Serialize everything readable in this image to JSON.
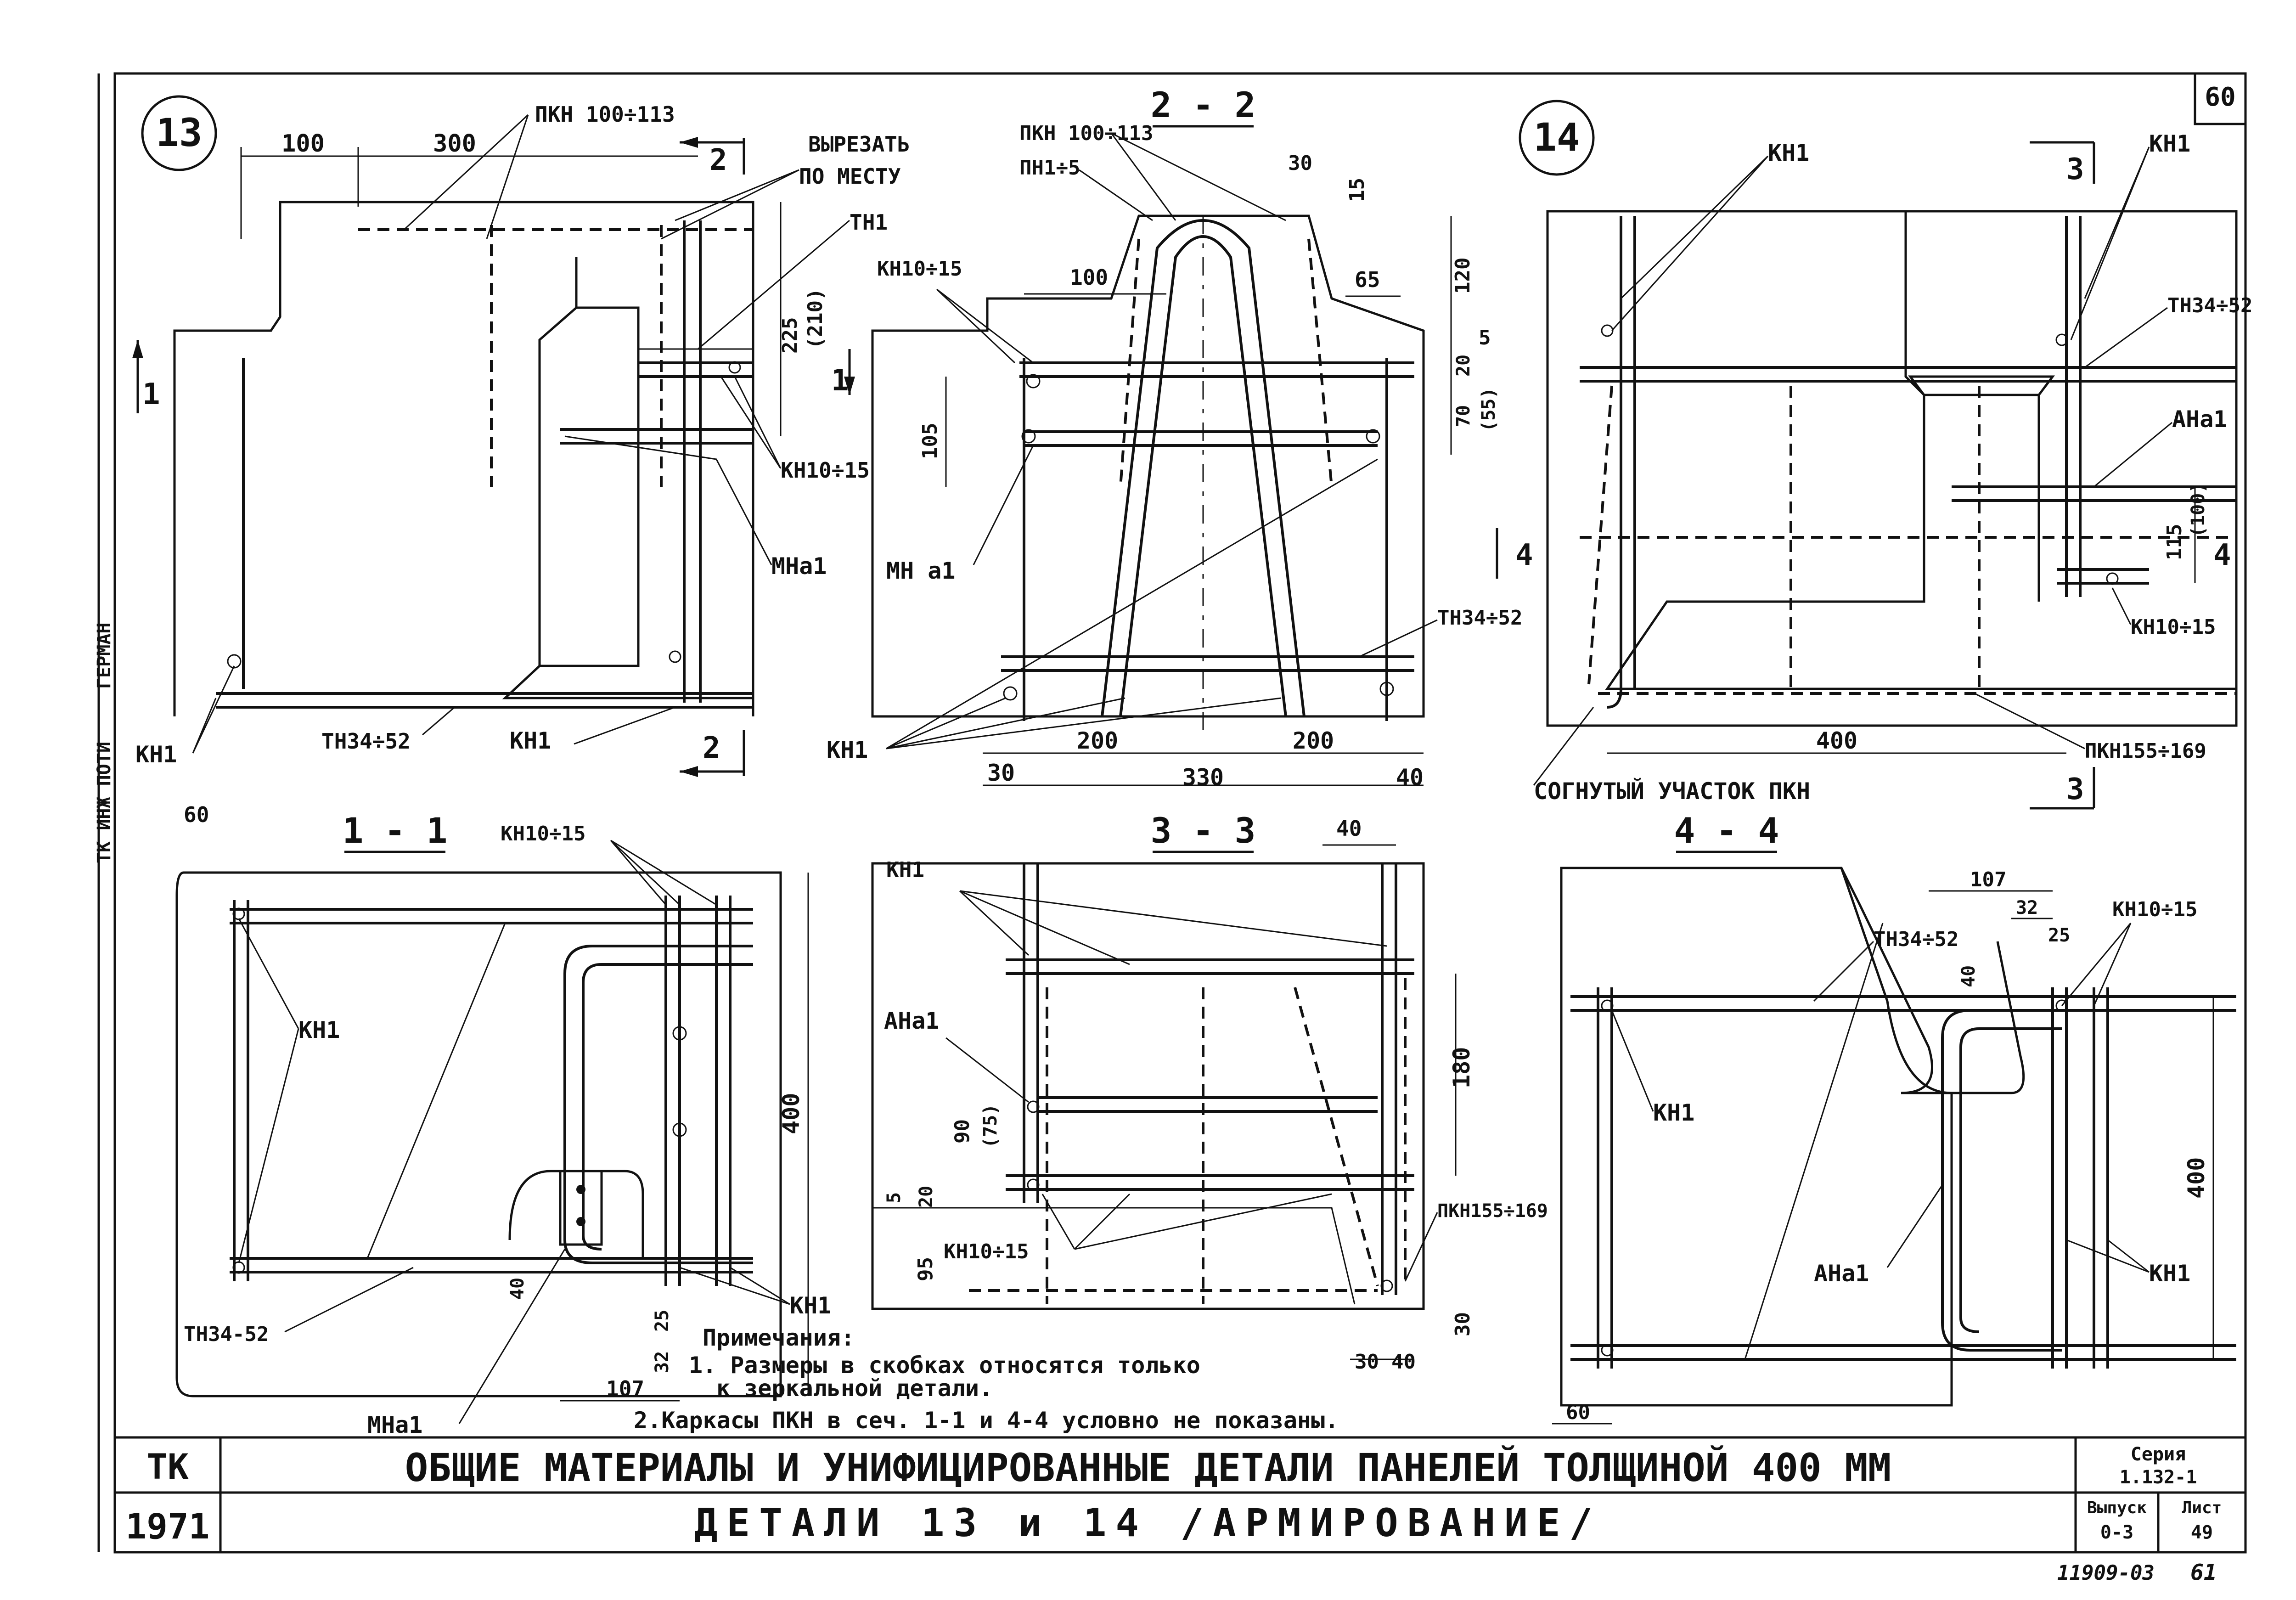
{
  "sheet": {
    "sheet_no": "60",
    "series_label": "Серия",
    "series_value": "1.132-1",
    "issue_label": "Выпуск",
    "issue_value": "0-3",
    "list_label": "Лист",
    "list_value": "49",
    "stamp": "11909-03",
    "page": "61"
  },
  "title_block": {
    "org": "ТК",
    "year": "1971",
    "title": "ОБЩИЕ МАТЕРИАЛЫ И УНИФИЦИРОВАННЫЕ ДЕТАЛИ ПАНЕЛЕЙ ТОЛЩИНОЙ 400 ММ",
    "subtitle": "ДЕТАЛИ  13 и 14  /АРМИРОВАНИЕ/"
  },
  "side_text": {
    "a": "ГЕРМАН",
    "b": "ТК ИНЖ ПОТИ"
  },
  "notes": {
    "heading": "Примечания:",
    "n1a": "1. Размеры в скобках относятся только",
    "n1b": "к зеркальной детали.",
    "n2": "2.Каркасы ПКН в сеч. 1-1 и 4-4 условно не показаны."
  },
  "detail13": {
    "num": "13",
    "d100": "100",
    "d300": "300",
    "pkn": "ПКН 100÷113",
    "cut1": "ВЫРЕЗАТЬ",
    "cut2": "ПО МЕСТУ",
    "th1": "ТН1",
    "d225": "225",
    "d210": "(210)",
    "kn1015": "КН10÷15",
    "mna1": "МНа1",
    "th3452": "ТН34÷52",
    "kn1": "КН1",
    "kn1b": "КН1",
    "mk1": "1",
    "mk2": "2"
  },
  "sec22": {
    "title": "2 - 2",
    "pkn": "ПКН 100÷113",
    "pn": "ПН1÷5",
    "d30": "30",
    "d15": "15",
    "kn1015": "КН10÷15",
    "d100": "100",
    "d65": "65",
    "d120": "120",
    "d5": "5",
    "d20": "20",
    "d70": "70",
    "d55": "(55)",
    "d105": "105",
    "mna1": "МН а1",
    "th3452": "ТН34÷52",
    "kn1": "КН1",
    "d200a": "200",
    "d200b": "200",
    "d30b": "30",
    "d330": "330",
    "d40": "40"
  },
  "detail14": {
    "num": "14",
    "kn1a": "КН1",
    "kn1b": "КН1",
    "mk3": "3",
    "th3452": "ТН34÷52",
    "ana1": "АНа1",
    "d115": "115",
    "d100": "(100)",
    "mk4": "4",
    "kn1015": "КН10÷15",
    "d400": "400",
    "pkn": "ПКН155÷169",
    "bent": "СОГНУТЫЙ УЧАСТОК ПКН"
  },
  "sec11": {
    "title": "1 - 1",
    "d60": "60",
    "kn1015": "КН10÷15",
    "kn1": "КН1",
    "d400": "400",
    "th3452": "ТН34-52",
    "d40": "40",
    "d25": "25",
    "d32": "32",
    "d107": "107",
    "mna1": "МНа1",
    "kn1b": "КН1"
  },
  "sec33": {
    "title": "3 - 3",
    "kn1": "КН1",
    "d40": "40",
    "ana1": "АНа1",
    "d180": "180",
    "d90": "90",
    "d75": "(75)",
    "d5": "5",
    "d20": "20",
    "d95": "95",
    "kn1015": "КН10÷15",
    "pkn": "ПКН155÷169",
    "d30": "30",
    "d30b": "30",
    "d40b": "40"
  },
  "sec44": {
    "title": "4 - 4",
    "d107": "107",
    "d32": "32",
    "d25": "25",
    "kn1015": "КН10÷15",
    "th3452": "ТН34÷52",
    "d40": "40",
    "kn1": "КН1",
    "d400": "400",
    "ana1": "АНа1",
    "kn1b": "КН1",
    "d60": "60"
  }
}
